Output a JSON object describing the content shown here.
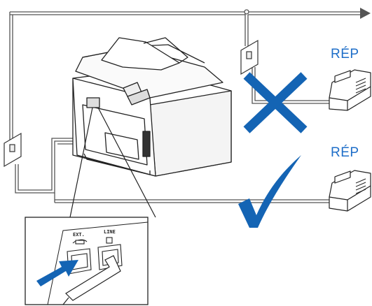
{
  "labels": {
    "answering_machine_top": "RÉP",
    "answering_machine_bottom": "RÉP",
    "port_ext": "EXT.",
    "port_line": "LINE"
  },
  "colors": {
    "line": "#555555",
    "accent_blue": "#1464b4",
    "label_blue": "#1e6ec8",
    "outline": "#222222"
  },
  "icons": {
    "wrong": "cross-mark-icon",
    "right": "check-mark-icon",
    "insert_arrow": "arrow-right-icon"
  }
}
